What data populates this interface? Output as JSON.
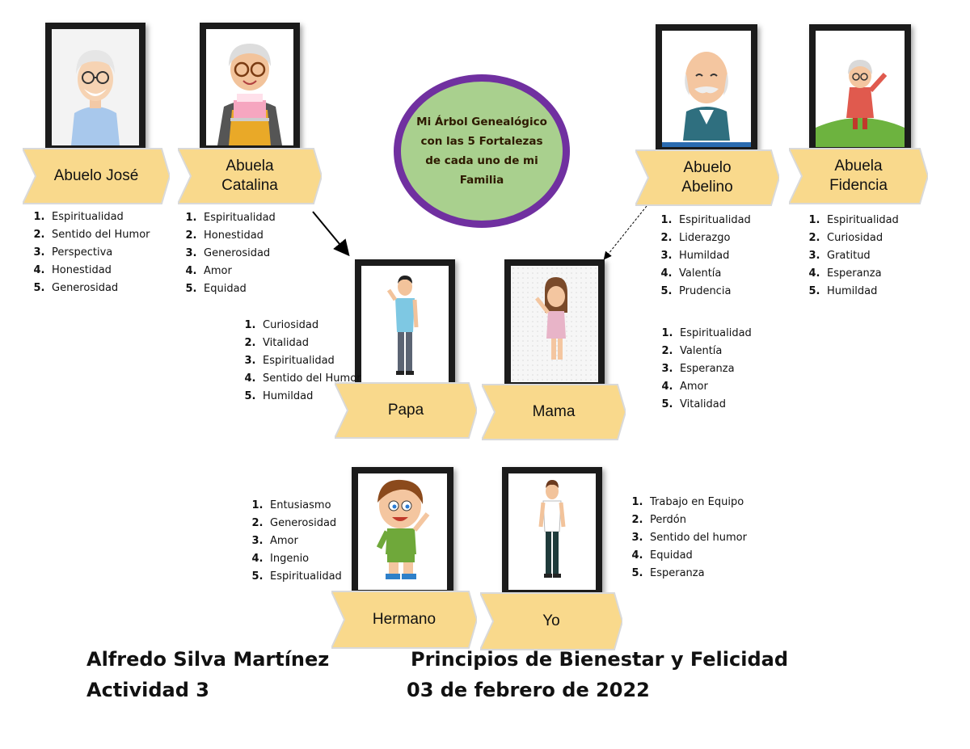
{
  "title": "Mi Árbol Genealógico con las 5 Fortalezas de cada uno de mi Familia",
  "colors": {
    "banner_fill": "#f9d98c",
    "circle_fill": "#a9d08e",
    "circle_border": "#7030a0",
    "frame": "#1b1b1b"
  },
  "members": {
    "abuelo_jose": {
      "name": "Abuelo José",
      "strengths": [
        "Espiritualidad",
        "Sentido del Humor",
        "Perspectiva",
        "Honestidad",
        "Generosidad"
      ]
    },
    "abuela_catalina": {
      "name": "Abuela\nCatalina",
      "strengths": [
        "Espiritualidad",
        "Honestidad",
        "Generosidad",
        "Amor",
        "Equidad"
      ]
    },
    "abuelo_abelino": {
      "name": "Abuelo\nAbelino",
      "strengths": [
        "Espiritualidad",
        "Liderazgo",
        "Humildad",
        "Valentía",
        "Prudencia"
      ]
    },
    "abuela_fidencia": {
      "name": "Abuela\nFidencia",
      "strengths": [
        "Espiritualidad",
        "Curiosidad",
        "Gratitud",
        "Esperanza",
        "Humildad"
      ]
    },
    "papa": {
      "name": "Papa",
      "strengths": [
        "Curiosidad",
        "Vitalidad",
        "Espiritualidad",
        "Sentido del Humor",
        "Humildad"
      ]
    },
    "mama": {
      "name": "Mama",
      "strengths": [
        "Espiritualidad",
        "Valentía",
        "Esperanza",
        "Amor",
        "Vitalidad"
      ]
    },
    "hermano": {
      "name": "Hermano",
      "strengths": [
        "Entusiasmo",
        "Generosidad",
        "Amor",
        "Ingenio",
        "Espiritualidad"
      ]
    },
    "yo": {
      "name": "Yo",
      "strengths": [
        "Trabajo en Equipo",
        "Perdón",
        "Sentido del humor",
        "Equidad",
        "Esperanza"
      ]
    }
  },
  "footer": {
    "author": "Alfredo Silva Martínez",
    "course": "Principios de Bienestar y Felicidad",
    "activity": "Actividad 3",
    "date": "03 de febrero de 2022"
  }
}
